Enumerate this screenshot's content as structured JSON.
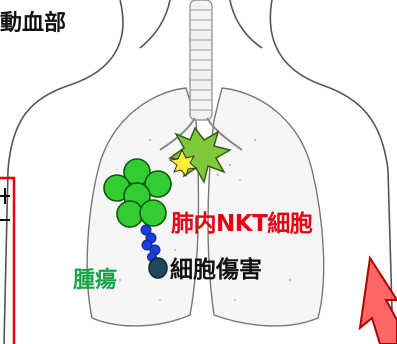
{
  "header": {
    "text": "動血部"
  },
  "labels": {
    "nkt_cells": "肺内NKT細胞",
    "cell_damage": "細胞傷害",
    "tumor": "腫瘍"
  },
  "colors": {
    "nkt_label": "#e60012",
    "tumor_label": "#17a34a",
    "tumor_circle": "#33cc33",
    "dendrite": "#1a3fd6",
    "damaged_cell": "#1e4a5e",
    "burst": "#7ec83a",
    "small_burst": "#ffee33",
    "arrow": "#ff5b5b",
    "frame": "#e60012"
  },
  "icons": [
    "lungs-illustration",
    "nkt-cell-burst-icon",
    "small-star-burst-icon",
    "tumor-cluster",
    "damaged-cell-icon",
    "pointer-arrow-icon"
  ]
}
